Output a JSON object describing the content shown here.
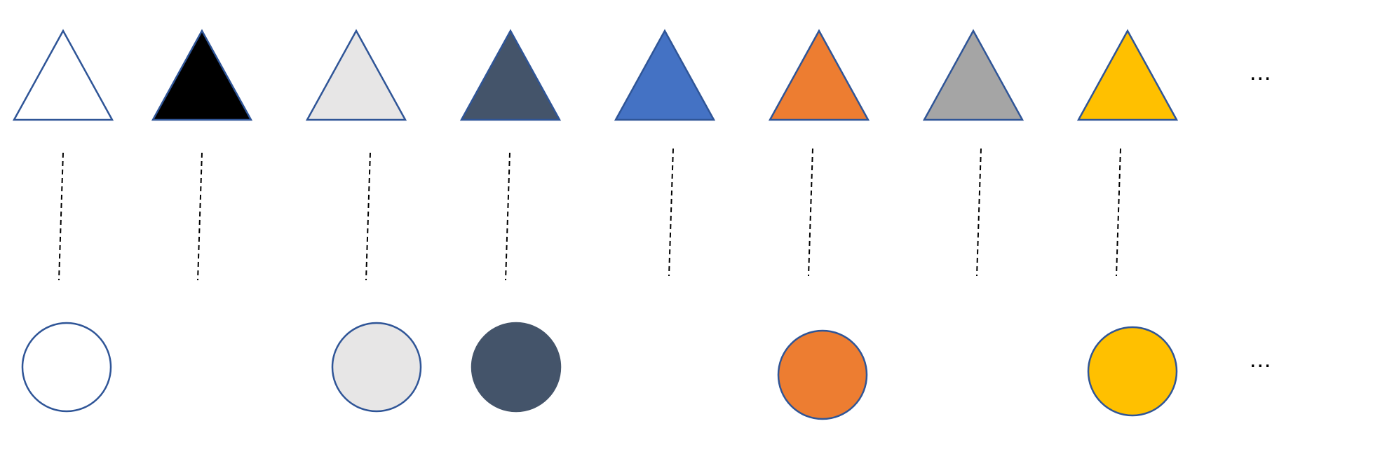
{
  "diagram": {
    "stroke_color": "#2F5597",
    "connector_color": "#000000",
    "triangles": [
      {
        "fill": "#FFFFFF"
      },
      {
        "fill": "#000000"
      },
      {
        "fill": "#E7E6E6"
      },
      {
        "fill": "#44546A"
      },
      {
        "fill": "#4472C4"
      },
      {
        "fill": "#ED7D31"
      },
      {
        "fill": "#A5A5A5"
      },
      {
        "fill": "#FFC000"
      }
    ],
    "circles": [
      {
        "fill": "#FFFFFF",
        "column": 0
      },
      {
        "fill": "#E7E6E6",
        "column": 2
      },
      {
        "fill": "#44546A",
        "column": 3
      },
      {
        "fill": "#ED7D31",
        "column": 5
      },
      {
        "fill": "#FFC000",
        "column": 7
      }
    ],
    "connector_count": 8,
    "ellipsis_top": "...",
    "ellipsis_bottom": "..."
  }
}
